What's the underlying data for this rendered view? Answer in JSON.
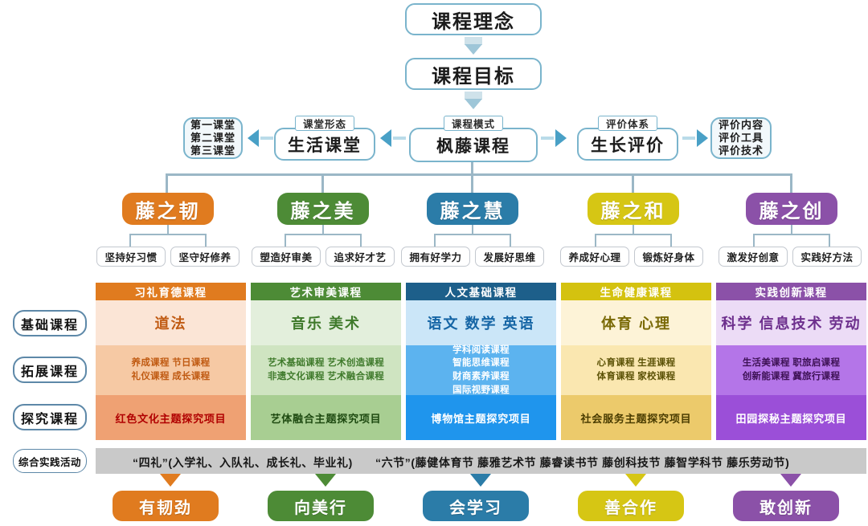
{
  "top": {
    "concept": "课程理念",
    "goal": "课程目标"
  },
  "model_row": {
    "classroom_types": "第一课堂\n第二课堂\n第三课堂",
    "classroom_types_lines": [
      "第一课堂",
      "第二课堂",
      "第三课堂"
    ],
    "life_class_tag": "课堂形态",
    "life_class": "生活课堂",
    "center_tag": "课程模式",
    "center": "枫藤课程",
    "eval_tag": "评价体系",
    "eval": "生长评价",
    "eval_items_lines": [
      "评价内容",
      "评价工具",
      "评价技术"
    ]
  },
  "pillars": [
    {
      "name": "藤之韧",
      "color": "#e07b1f",
      "subs": [
        "坚持好习惯",
        "坚守好修养"
      ],
      "head": "习礼育德课程",
      "head_color": "#e07b1f",
      "base": "道法",
      "base_bg": "#fbe5d6",
      "base_color": "#c05a12",
      "exp_lines": [
        "养成课程 节日课程",
        "礼仪课程 成长课程"
      ],
      "exp_bg": "#f6c9a4",
      "exp_color": "#c05a12",
      "inq": "红色文化主题探究项目",
      "inq_bg": "#efa173",
      "inq_color": "#b00000",
      "outcome": "有韧劲",
      "outcome_color": "#e07b1f"
    },
    {
      "name": "藤之美",
      "color": "#4d8b36",
      "subs": [
        "塑造好审美",
        "追求好才艺"
      ],
      "head": "艺术审美课程",
      "head_color": "#4d8b36",
      "base": "音乐 美术",
      "base_bg": "#e3efdc",
      "base_color": "#3f7a2b",
      "exp_lines": [
        "艺术基础课程 艺术创造课程",
        "非遗文化课程 艺术融合课程"
      ],
      "exp_bg": "#cfe4c1",
      "exp_color": "#3f7a2b",
      "inq": "艺体融合主题探究项目",
      "inq_bg": "#a8ce92",
      "inq_color": "#1e4a11",
      "outcome": "向美行",
      "outcome_color": "#4d8b36"
    },
    {
      "name": "藤之慧",
      "color": "#2b7ca8",
      "subs": [
        "拥有好学力",
        "发展好思维"
      ],
      "head": "人文基础课程",
      "head_color": "#1d5f8a",
      "base": "语文 数学 英语",
      "base_bg": "#cbe6f8",
      "base_color": "#1565a5",
      "exp_lines": [
        "学科阅读课程",
        "智能思维课程",
        "财商素养课程",
        "国际视野课程"
      ],
      "exp_bg": "#5cb3ef",
      "exp_color": "#ffffff",
      "inq": "博物馆主题探究项目",
      "inq_bg": "#1f95ed",
      "inq_color": "#ffffff",
      "outcome": "会学习",
      "outcome_color": "#2b7ca8"
    },
    {
      "name": "藤之和",
      "color": "#d6c614",
      "subs": [
        "养成好心理",
        "锻炼好身体"
      ],
      "head": "生命健康课程",
      "head_color": "#d4c20f",
      "base": "体育 心理",
      "base_bg": "#fdf3d7",
      "base_color": "#7a6a07",
      "exp_lines": [
        "心育课程 生涯课程",
        "体育课程 家校课程"
      ],
      "exp_bg": "#fae7b0",
      "exp_color": "#5c5206",
      "inq": "社会服务主题探究项目",
      "inq_bg": "#ecca6b",
      "inq_color": "#4a3c00",
      "outcome": "善合作",
      "outcome_color": "#d6c614"
    },
    {
      "name": "藤之创",
      "color": "#8b51a8",
      "subs": [
        "激发好创意",
        "实践好方法"
      ],
      "head": "实践创新课程",
      "head_color": "#8b51a8",
      "base": "科学 信息技术 劳动",
      "base_bg": "#ecdcf6",
      "base_color": "#6d2f8d",
      "exp_lines": [
        "生活美课程 职旅启课程",
        "创新能课程 冀旅行课程"
      ],
      "exp_bg": "#b475e8",
      "exp_color": "#3d1155",
      "inq": "田园探秘主题探究项目",
      "inq_bg": "#9b4fd8",
      "inq_color": "#ffffff",
      "outcome": "敢创新",
      "outcome_color": "#8b51a8"
    }
  ],
  "row_labels": {
    "base": "基础课程",
    "expand": "拓展课程",
    "inquiry": "探究课程",
    "practice": "综合实践活动"
  },
  "practice_bar": {
    "left": "“四礼”(入学礼、入队礼、成长礼、毕业礼)",
    "right": "“六节”(藤健体育节 藤雅艺术节 藤睿读书节 藤创科技节 藤智学科节 藤乐劳动节)"
  }
}
